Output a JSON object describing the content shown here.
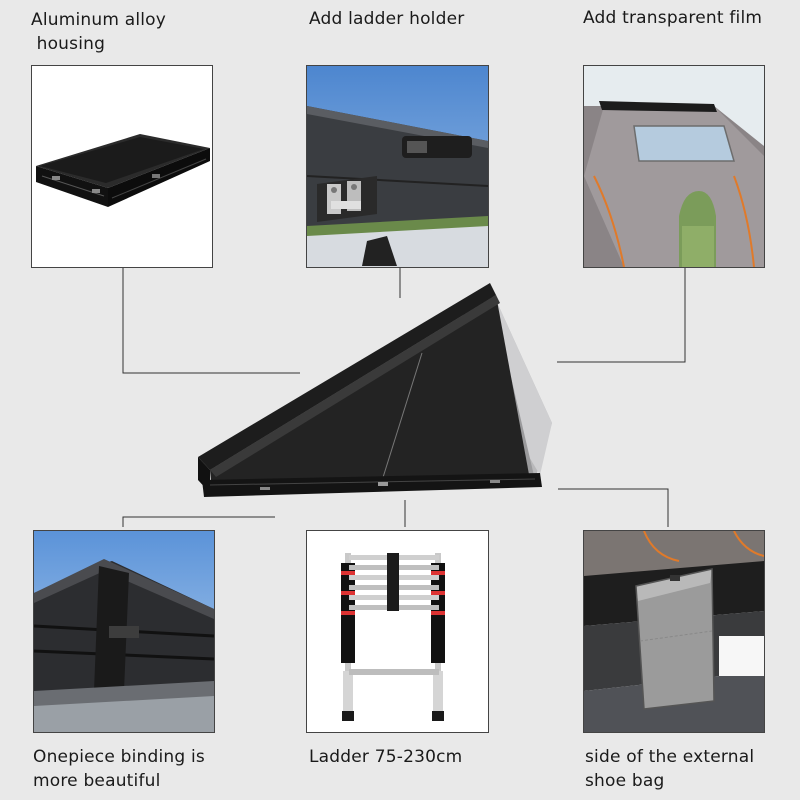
{
  "captions": {
    "aluminum_line1": "Aluminum alloy",
    "aluminum_line2": " housing",
    "ladder_holder": "Add ladder holder",
    "film": "Add transparent film",
    "binding_line1": "Onepiece binding is",
    "binding_line2": "more beautiful",
    "ladder": "Ladder 75-230cm",
    "shoe_line1": "side of the external",
    "shoe_line2": "shoe bag"
  },
  "colors": {
    "background": "#e9e9e9",
    "shell": "#1c1c1c",
    "fabric": "#9a9a9c",
    "trim": "#e07a2a",
    "sky": "#6f9ed8"
  }
}
